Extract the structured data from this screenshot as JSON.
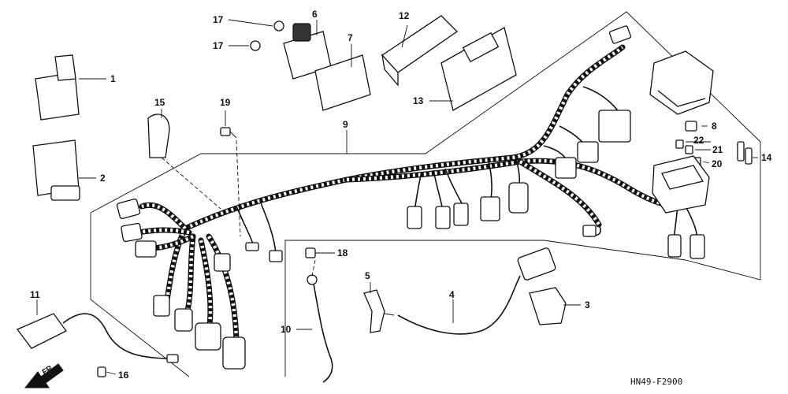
{
  "diagram": {
    "code": "HN49-F2900",
    "direction_label": "FR.",
    "callouts": [
      "1",
      "2",
      "3",
      "4",
      "5",
      "6",
      "7",
      "8",
      "9",
      "10",
      "11",
      "12",
      "13",
      "14",
      "15",
      "16",
      "17",
      "17",
      "18",
      "19",
      "20",
      "21",
      "22"
    ]
  }
}
